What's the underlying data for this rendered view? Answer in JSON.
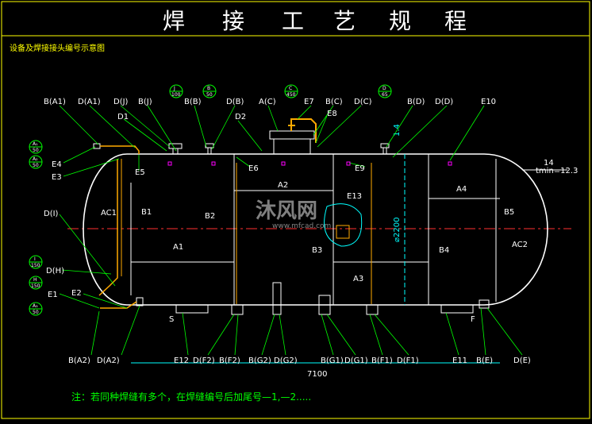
{
  "title_chars": [
    "焊",
    "接",
    "工",
    "艺",
    "规",
    "程"
  ],
  "subtitle": "设备及焊接接头编号示意图",
  "note": "注：若同种焊缝有多个，在焊缝编号后加尾号—1,—2.....",
  "watermark": {
    "text": "沐风网",
    "url": "www.mfcad.com"
  },
  "dimensions": {
    "diameter": "⌀2200",
    "length": "7100",
    "thickness": "14",
    "tmin": "tmin=12.3",
    "small": "1.4"
  },
  "nozzle_bubbles": [
    {
      "top": "J",
      "bottom": "100"
    },
    {
      "top": "B",
      "bottom": "50"
    },
    {
      "top": "C",
      "bottom": "450"
    },
    {
      "top": "D",
      "bottom": "65"
    },
    {
      "top": "A₁",
      "bottom": "50"
    },
    {
      "top": "A₂",
      "bottom": "50"
    },
    {
      "top": "I",
      "bottom": "150"
    },
    {
      "top": "H",
      "bottom": "150"
    },
    {
      "top": "A₃",
      "bottom": "50"
    }
  ],
  "top_labels": [
    "B(A1)",
    "D(A1)",
    "D(J)",
    "B(J)",
    "B(B)",
    "D(B)",
    "A(C)",
    "E7",
    "B(C)",
    "D(C)",
    "B(D)",
    "D(D)",
    "E10",
    "D1",
    "D2",
    "E8"
  ],
  "left_labels": [
    "E4",
    "E3",
    "E5",
    "AC1",
    "B1",
    "D(I)",
    "D(H)",
    "E1",
    "E2"
  ],
  "inner_labels": [
    "E6",
    "E9",
    "A2",
    "B2",
    "A1",
    "E13",
    "B3",
    "A3",
    "B4",
    "A4",
    "B5",
    "AC2"
  ],
  "bottom_labels": [
    "B(A2)",
    "D(A2)",
    "E12",
    "D(F2)",
    "B(F2)",
    "B(G2)",
    "D(G2)",
    "B(G1)",
    "D(G1)",
    "B(F1)",
    "D(F1)",
    "E11",
    "B(E)",
    "D(E)"
  ],
  "saddle_labels": [
    "S",
    "F"
  ]
}
